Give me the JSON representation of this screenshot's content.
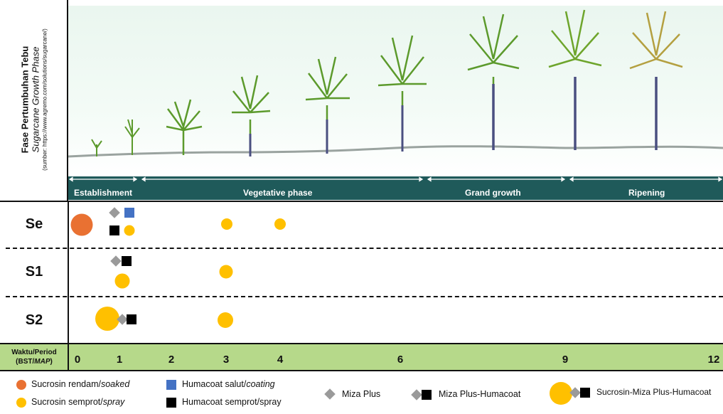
{
  "side_label": {
    "line1": "Fase Pertumbuhan Tebu",
    "line2": "Sugarcane Growth Phase",
    "line3": "(sumber: https://www.agremo.com/solutions/sugarcane/)"
  },
  "phases": [
    "Establishment",
    "Vegetative phase",
    "Grand growth",
    "Ripening"
  ],
  "rows": [
    "Se",
    "S1",
    "S2"
  ],
  "axis": {
    "title_line1": "Waktu/Period",
    "title_line2_a": "(BST/",
    "title_line2_b": "MAP",
    "title_line2_c": ")",
    "ticks": [
      "0",
      "1",
      "2",
      "3",
      "4",
      "6",
      "9",
      "12"
    ]
  },
  "legend": {
    "soaked": {
      "text": "Sucrosin rendam/",
      "italic": "soaked"
    },
    "spray": {
      "text": "Sucrosin semprot/",
      "italic": "spray"
    },
    "coating": {
      "text": "Humacoat salut/",
      "italic": "coating"
    },
    "humacoat_spray": "Humacoat semprot/spray",
    "miza": "Miza Plus",
    "miza_humacoat": "Miza Plus-Humacoat",
    "sucrosin_miza_humacoat": "Sucrosin-Miza Plus-Humacoat"
  },
  "colors": {
    "orange": "#e97132",
    "yellow": "#ffc000",
    "blue": "#4472c4",
    "black": "#000000",
    "gray": "#9a9a9a",
    "phase_bar": "#1f5a5a",
    "axis_bar": "#b6d98a"
  }
}
